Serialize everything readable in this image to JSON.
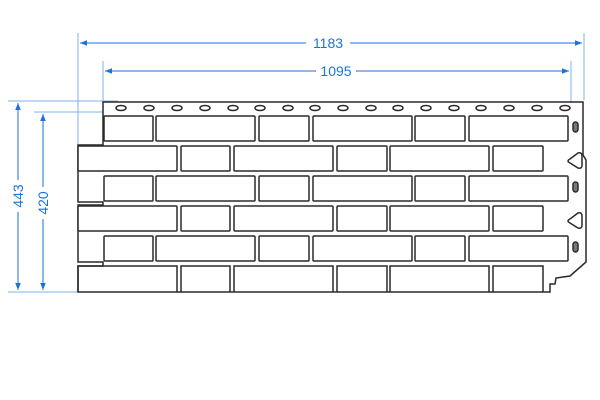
{
  "drawing": {
    "subject": "brick facade panel",
    "colors": {
      "dimension": "#1a73d9",
      "dimension_ext": "#7fb2ec",
      "outline": "#2a2a2a",
      "fill": "#ffffff"
    },
    "dimensions": {
      "overall_width": "1183",
      "effective_width": "1095",
      "overall_height": "443",
      "effective_height": "420"
    },
    "panel": {
      "brick_rows": 6,
      "top_nail_slots": 17,
      "right_fasteners": [
        "slot",
        "keyhole",
        "slot",
        "keyhole",
        "slot"
      ]
    }
  }
}
